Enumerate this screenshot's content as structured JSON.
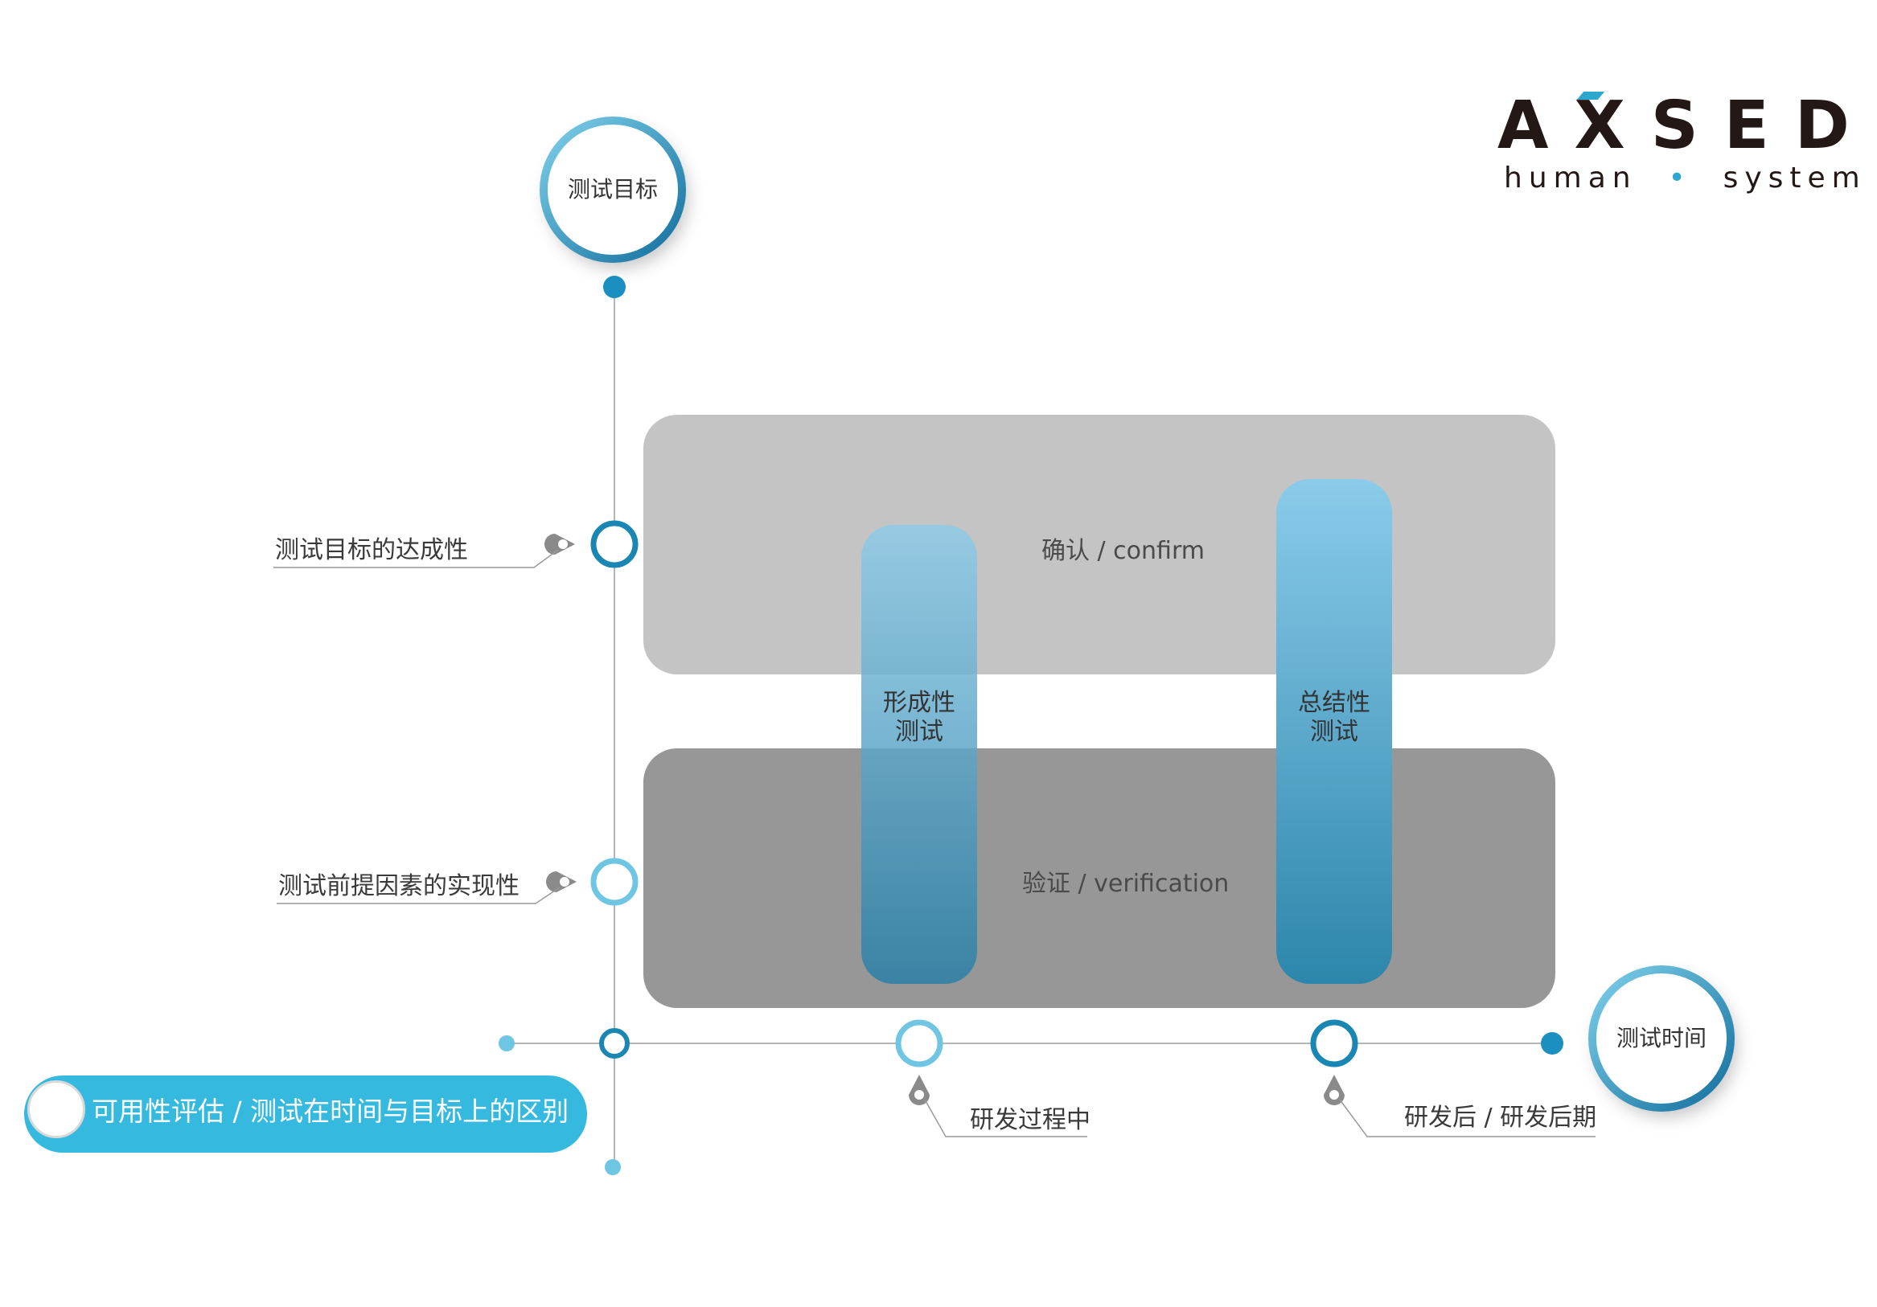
{
  "logo": {
    "wordmark_a": "A",
    "wordmark_x": "X",
    "wordmark_rest": "SED",
    "tagline_left": "human",
    "tagline_right": "system",
    "accent_color": "#2ea7cf"
  },
  "axes": {
    "y_axis_label": "测试目标",
    "x_axis_label": "测试时间"
  },
  "y_markers": [
    {
      "label": "测试目标的达成性"
    },
    {
      "label": "测试前提因素的实现性"
    }
  ],
  "bands": {
    "upper": {
      "label": "确认 / confirm",
      "color": "#c4c4c4"
    },
    "lower": {
      "label": "验证 / verification",
      "color": "#979797"
    }
  },
  "bars": [
    {
      "line1": "形成性",
      "line2": "测试"
    },
    {
      "line1": "总结性",
      "line2": "测试"
    }
  ],
  "x_markers": [
    {
      "label": "研发过程中"
    },
    {
      "label": "研发后 / 研发后期"
    }
  ],
  "caption": {
    "text": "可用性评估 / 测试在时间与目标上的区别",
    "color": "#35b9df"
  },
  "colors": {
    "dark_blue": "#1a86b3",
    "light_blue": "#6ec6e3",
    "axis_line": "#b5b5b5"
  }
}
